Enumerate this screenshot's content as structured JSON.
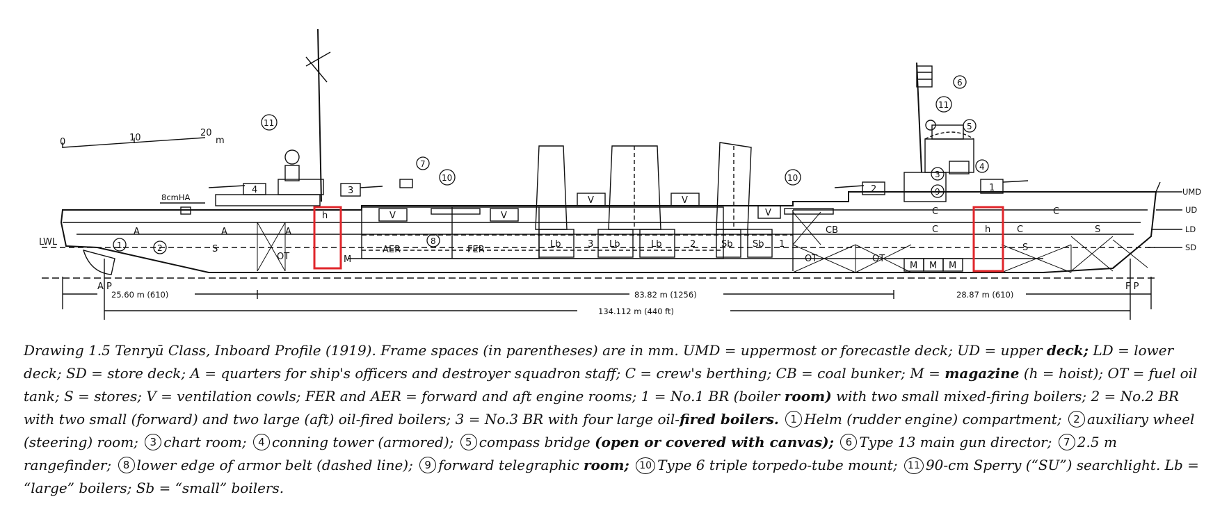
{
  "figure": {
    "scale": {
      "ticks": [
        "0",
        "10",
        "20"
      ],
      "unit": "m"
    },
    "hull_labels": {
      "A1": "A",
      "A2": "A",
      "A3": "A",
      "S_aft": "S",
      "OT1": "OT",
      "OT2": "OT",
      "OT3": "OT",
      "AER": "AER",
      "FER": "FER",
      "Lb1": "Lb",
      "Lb2": "Lb",
      "Lb3": "Lb",
      "Sb1": "Sb",
      "Sb2": "Sb",
      "BR3": "3",
      "BR2": "2",
      "BR1": "1",
      "V1": "V",
      "V2": "V",
      "V3": "V",
      "V4": "V",
      "V5": "V",
      "C1": "C",
      "C2": "C",
      "C3": "C",
      "C4": "C",
      "CB": "CB",
      "M1": "M",
      "M2": "M",
      "M3": "M",
      "M_aft": "M",
      "S1": "S",
      "S2": "S",
      "h_aft": "h",
      "h_fwd": "h",
      "gun4": "4",
      "gun3": "3",
      "gun2": "2",
      "gun1": "1",
      "HA": "8cmHA",
      "LWL": "LWL",
      "AP": "A P",
      "FP": "F P"
    },
    "decks": [
      "UMD",
      "UD",
      "LD",
      "SD"
    ],
    "callouts": [
      "1",
      "2",
      "3",
      "4",
      "5",
      "6",
      "7",
      "8",
      "9",
      "10",
      "11"
    ],
    "dimensions": {
      "aft": "25.60 m (610)",
      "mid": "83.82 m (1256)",
      "fwd": "28.87 m (610)",
      "total": "134.112 m (440 ft)"
    }
  },
  "caption": {
    "head": "Drawing 1.5",
    "t1": " Tenryū ",
    "t2": "Class, Inboard Profile (1919). Frame spaces (in parentheses) are in mm. UMD = uppermost or forecastle deck; UD = upper ",
    "b1": "deck;",
    "t3": " LD = lower deck; SD = store deck; A = quarters for ship's officers and destroyer squadron staff; C = crew's berthing; CB = coal bunker; M = ",
    "b2": "magazine",
    "t4": " (h = hoist); OT = fuel oil tank; S = stores; V = ventilation cowls; FER and AER = forward and aft engine rooms; 1 = No.1 BR (boiler ",
    "b3": "room)",
    "t5": " with two small mixed-firing boilers; 2 = No.2 BR with two small (forward) and two large (aft) oil-fired boilers; 3 = No.3 BR with four large oil-",
    "b4": "fired boilers.",
    "c1": "1",
    "t6": "Helm (rudder engine) compartment;",
    "c2": "2",
    "t7": "auxiliary wheel (steering) room;",
    "c3": "3",
    "t8": "chart room;",
    "c4": "4",
    "t9": "conning tower (armored);",
    "c5": "5",
    "t10": "compass bridge",
    "b5": "(open or covered with canvas);",
    "c6": "6",
    "t11": "Type 13 main gun director;",
    "c7": "7",
    "t12": "2.5 m rangefinder;",
    "c8": "8",
    "t13": "lower edge of armor belt (dashed line);",
    "c9": "9",
    "t14": "forward telegraphic",
    "b6": "room;",
    "c10": "10",
    "t15": "Type 6 triple torpedo-tube mount;",
    "c11": "11",
    "t16": "90-cm Sperry (“SU”) searchlight. Lb = “large” boilers; Sb = “small” boilers."
  },
  "colors": {
    "ink": "#111111",
    "highlight": "#e0262b"
  }
}
